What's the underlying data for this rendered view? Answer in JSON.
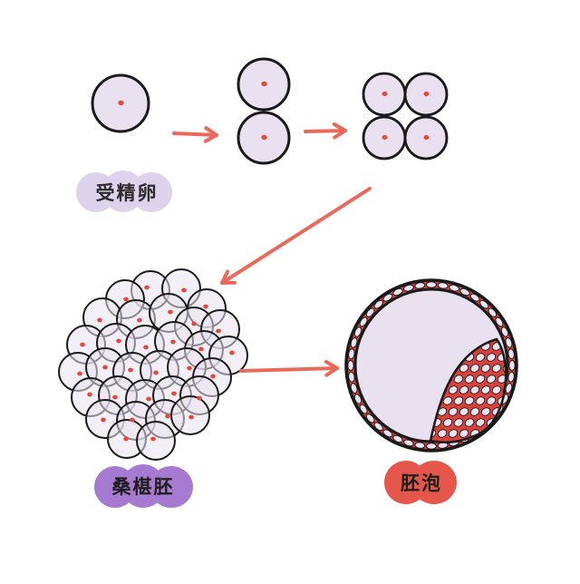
{
  "stages": [
    {
      "key": "zygote",
      "label": "受精卵",
      "cells": 1
    },
    {
      "key": "two-cell",
      "label": "",
      "cells": 2
    },
    {
      "key": "four-cell",
      "label": "",
      "cells": 4
    },
    {
      "key": "morula",
      "label": "桑椹胚"
    },
    {
      "key": "blastocyst",
      "label": "胚泡"
    }
  ],
  "colors": {
    "cell_fill": "#e9e1f0",
    "cell_outline": "#1a1a1a",
    "nucleus": "#e8463a",
    "arrow": "#e9695a",
    "label_bg_zygote": "#ddd3ec",
    "label_bg_morula": "#a67ad0",
    "label_bg_blastocyst": "#e5574b",
    "blastocyst_wall": "#d9423a"
  }
}
